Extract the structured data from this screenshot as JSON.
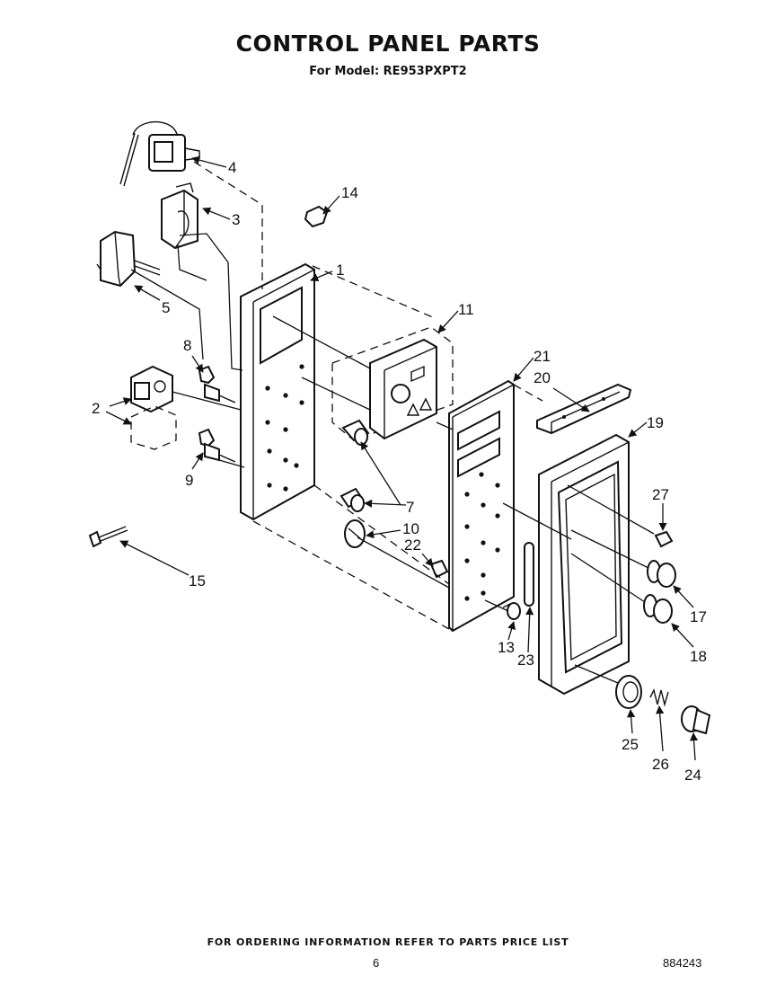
{
  "header": {
    "title": "CONTROL PANEL PARTS",
    "subtitle": "For Model: RE953PXPT2"
  },
  "callouts": {
    "c1": "1",
    "c2": "2",
    "c3": "3",
    "c4": "4",
    "c5": "5",
    "c7": "7",
    "c8": "8",
    "c9": "9",
    "c10": "10",
    "c11": "11",
    "c13": "13",
    "c14": "14",
    "c15": "15",
    "c17": "17",
    "c18": "18",
    "c19": "19",
    "c20": "20",
    "c21": "21",
    "c22": "22",
    "c23": "23",
    "c24": "24",
    "c25": "25",
    "c26": "26",
    "c27": "27"
  },
  "footer": {
    "note": "FOR ORDERING INFORMATION REFER TO PARTS PRICE LIST",
    "page_number": "6",
    "document_number": "884243"
  }
}
